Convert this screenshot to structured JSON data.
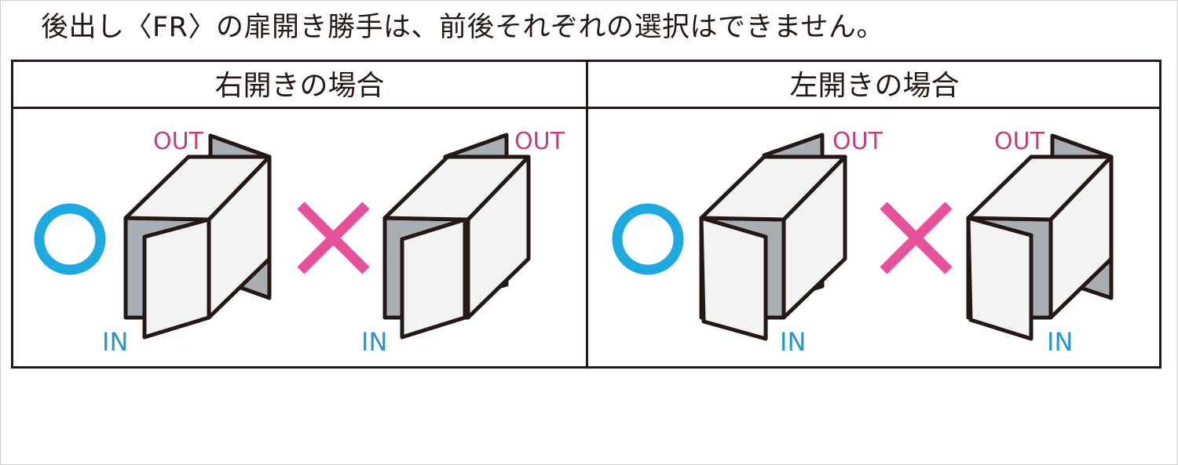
{
  "note": "後出し〈FR〉の扉開き勝手は、前後それぞれの選択はできません。",
  "table": {
    "columns": [
      {
        "header": "右開きの場合"
      },
      {
        "header": "左開きの場合"
      }
    ]
  },
  "labels": {
    "out": "OUT",
    "in": "IN"
  },
  "colors": {
    "ok_mark": "#1ea9e1",
    "ng_mark": "#e6519b",
    "out_label": "#c2407c",
    "in_label": "#2a93c9",
    "cabinet_line": "#231815",
    "cabinet_fill": "#f3f3f3",
    "cabinet_interior": "#a9aeb3"
  },
  "icons": {
    "ok": "circle-ok-icon",
    "ng": "cross-ng-icon"
  }
}
